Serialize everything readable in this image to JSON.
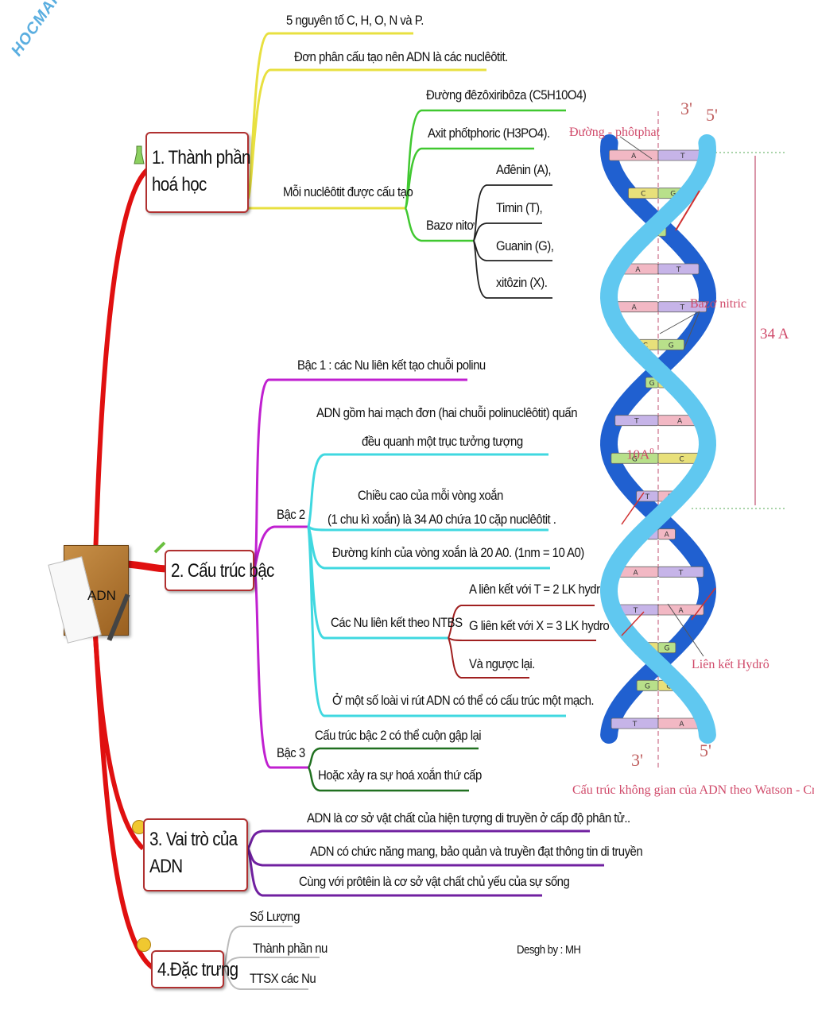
{
  "watermark": "HOCMAI.V",
  "center": {
    "label": "ADN"
  },
  "branches": {
    "b1": {
      "title_l1": "1. Thành phần",
      "title_l2": "hoá học",
      "n1": "5 nguyên tố C, H, O, N và P.",
      "n2": "Đơn phân cấu tạo nên ADN là các nuclêôtit.",
      "n3": "Mỗi nuclêôtit được cấu tạo",
      "n3_1": "Đường đêzôxiribôza (C5H10O4)",
      "n3_2": "Axit phốtphoric (H3PO4).",
      "n3_3": "Bazơ nitơ",
      "bases": [
        "Ađênin (A),",
        "Timin (T),",
        "Guanin (G),",
        "xitôzin (X)."
      ]
    },
    "b2": {
      "title": "2. Cấu trúc bậc",
      "bac1": "Bậc 1 : các Nu liên kết tạo chuỗi polinu",
      "bac2": "Bậc 2",
      "bac2_1a": "ADN gồm hai mạch đơn (hai chuỗi polinuclêôtit) quấn",
      "bac2_1b": "đều quanh một trục tưởng tượng",
      "bac2_2a": "Chiều cao của mỗi vòng xoắn",
      "bac2_2b": "(1 chu kì xoắn) là 34 A0 chứa 10 cặp nuclêôtit .",
      "bac2_3": "Đường kính của vòng xoắn là 20 A0. (1nm = 10 A0)",
      "bac2_4": "Các Nu liên kết theo NTBS",
      "ntbs": [
        "A liên kết với T = 2 LK hydro",
        "G liên kết với X = 3 LK hydro",
        "Và ngược lại."
      ],
      "bac2_5": "Ở một số loài vi rút ADN có thể có cấu trúc một mạch.",
      "bac3": "Bậc 3",
      "bac3_1": "Cấu trúc bậc 2 có thể cuộn gập lại",
      "bac3_2": "Hoặc xảy ra sự hoá xoắn thứ cấp"
    },
    "b3": {
      "title_l1": "3. Vai trò của",
      "title_l2": "ADN",
      "n1": "ADN là cơ sở vật chất của hiện tượng di truyền ở cấp độ phân tử..",
      "n2": "ADN có chức năng mang, bảo quản và truyền đạt thông tin di truyền",
      "n3": "Cùng với prôtêin là cơ sở vật chất chủ yếu của sự sống"
    },
    "b4": {
      "title": "4.Đặc trưng",
      "n1": "Số Lượng",
      "n2": "Thành phần nu",
      "n3": "TTSX các Nu"
    }
  },
  "credit": "Desgh by : MH",
  "dna": {
    "label_duong": "Đường - phôtphat",
    "label_bazo": "Bazơ nitric",
    "label_hydro": "Liên kết Hydrô",
    "label_34": "34 A",
    "label_10": "10A",
    "label_10_sup": "0",
    "end_tl": "3'",
    "end_tr": "5'",
    "end_bl": "3'",
    "end_br": "5'",
    "caption": "Cấu trúc không gian của ADN theo Watson - Crick",
    "pairs": [
      {
        "l": "A",
        "r": "T"
      },
      {
        "l": "C",
        "r": "G"
      },
      {
        "l": "C",
        "r": "G"
      },
      {
        "l": "A",
        "r": "T"
      },
      {
        "l": "A",
        "r": "T"
      },
      {
        "l": "C",
        "r": "G"
      },
      {
        "l": "G",
        "r": "C"
      },
      {
        "l": "T",
        "r": "A"
      },
      {
        "l": "G",
        "r": "C"
      },
      {
        "l": "T",
        "r": "A"
      },
      {
        "l": "T",
        "r": "A"
      },
      {
        "l": "A",
        "r": "T"
      },
      {
        "l": "T",
        "r": "A"
      },
      {
        "l": "C",
        "r": "G"
      },
      {
        "l": "G",
        "r": "C"
      },
      {
        "l": "T",
        "r": "A"
      }
    ],
    "colors": {
      "A": "#f2b8c4",
      "T": "#c6b4e8",
      "G": "#b8e08a",
      "C": "#e8e07a"
    }
  },
  "colors": {
    "trunk": "#e01010",
    "yellow": "#e8e040",
    "green": "#40c830",
    "magenta": "#c020d0",
    "cyan": "#40d8e0",
    "purple": "#7020a0",
    "darkred": "#a02020",
    "darkgreen": "#207020",
    "helix_dark": "#2060d0",
    "helix_light": "#60c8f0"
  }
}
